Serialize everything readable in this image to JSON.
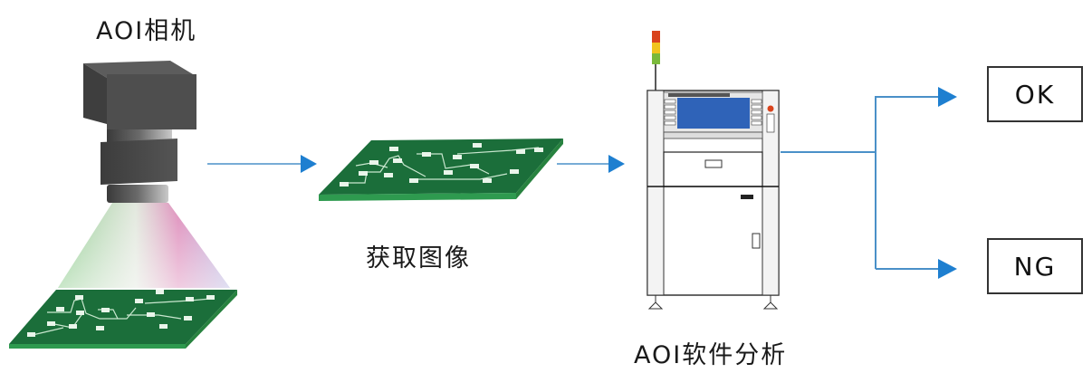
{
  "diagram": {
    "title": "AOI inspection flow",
    "nodes": {
      "camera": {
        "label": "AOI相机",
        "icon": "camera-icon"
      },
      "capture": {
        "label": "获取图像",
        "icon": "pcb-board-icon"
      },
      "analysis": {
        "label": "AOI软件分析",
        "icon": "aoi-machine-icon"
      },
      "ok": {
        "label": "OK"
      },
      "ng": {
        "label": "NG"
      }
    },
    "edges": [
      {
        "from": "camera",
        "to": "capture"
      },
      {
        "from": "capture",
        "to": "analysis"
      },
      {
        "from": "analysis",
        "to": "ok"
      },
      {
        "from": "analysis",
        "to": "ng"
      }
    ],
    "colors": {
      "arrow": "#1e7fd0",
      "line": "#4a90c8",
      "pcb_green": "#1b6e3a",
      "pcb_edge": "#2e9a4f",
      "camera_gray": "#4d4d4d",
      "screen_blue": "#2f63b8",
      "light_red": "#d9431c",
      "light_yellow": "#f1c31d",
      "light_green": "#7ab93a"
    }
  }
}
